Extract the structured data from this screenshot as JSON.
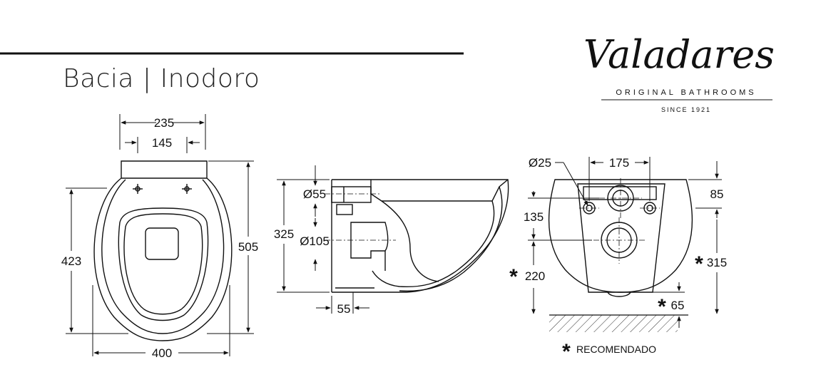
{
  "page": {
    "title": "Bacia | Inodoro"
  },
  "brand": {
    "name": "Valadares",
    "tagline": "ORIGINAL BATHROOMS",
    "since": "SINCE 1921"
  },
  "top_view": {
    "dim_width_top": "235",
    "dim_holes": "145",
    "dim_width": "400",
    "dim_height_left": "423",
    "dim_height_right": "505"
  },
  "side_view": {
    "dim_height": "325",
    "dim_inlet": "Ø55",
    "dim_outlet": "Ø105",
    "dim_bottom": "55"
  },
  "back_view": {
    "dim_hole_diam": "Ø25",
    "dim_hole_spacing": "175",
    "dim_top_offset": "85",
    "dim_outlet_height": "135",
    "dim_floor_height": "220",
    "dim_total_height": "315",
    "dim_gap": "65",
    "asterisk": "*"
  },
  "footnote": {
    "marker": "*",
    "text": "RECOMENDADO"
  }
}
